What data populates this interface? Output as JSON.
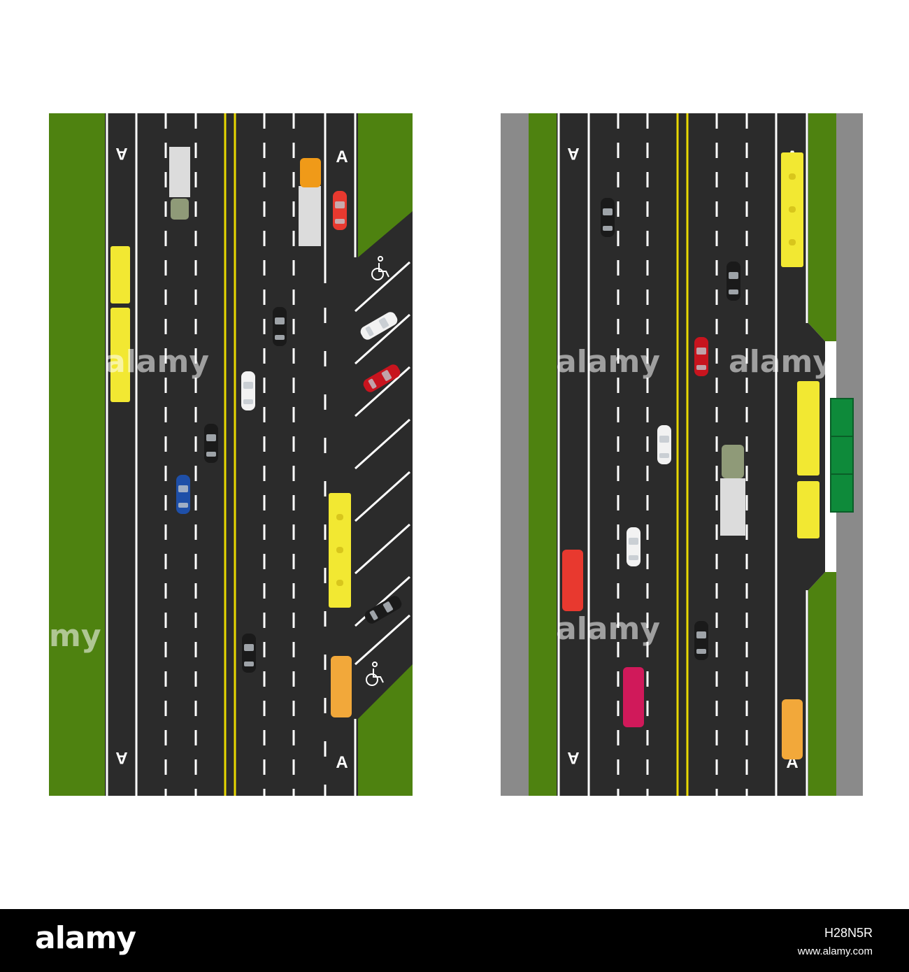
{
  "scene": {
    "lane_marking": "A",
    "watermark": "alamy",
    "partial_watermark": "my",
    "icons": [
      "wheelchair-icon"
    ]
  },
  "footer": {
    "brand": "alamy",
    "image_id": "H28N5R",
    "url": "www.alamy.com"
  },
  "colors": {
    "asphalt": "#2b2b2b",
    "grass": "#4e8210",
    "sidewalk": "#8a8a8a",
    "marking": "#ffffff",
    "center_line": "#e8d800",
    "bus": "#f2e832",
    "bus_stop_shelter": "#0e8a3a"
  }
}
